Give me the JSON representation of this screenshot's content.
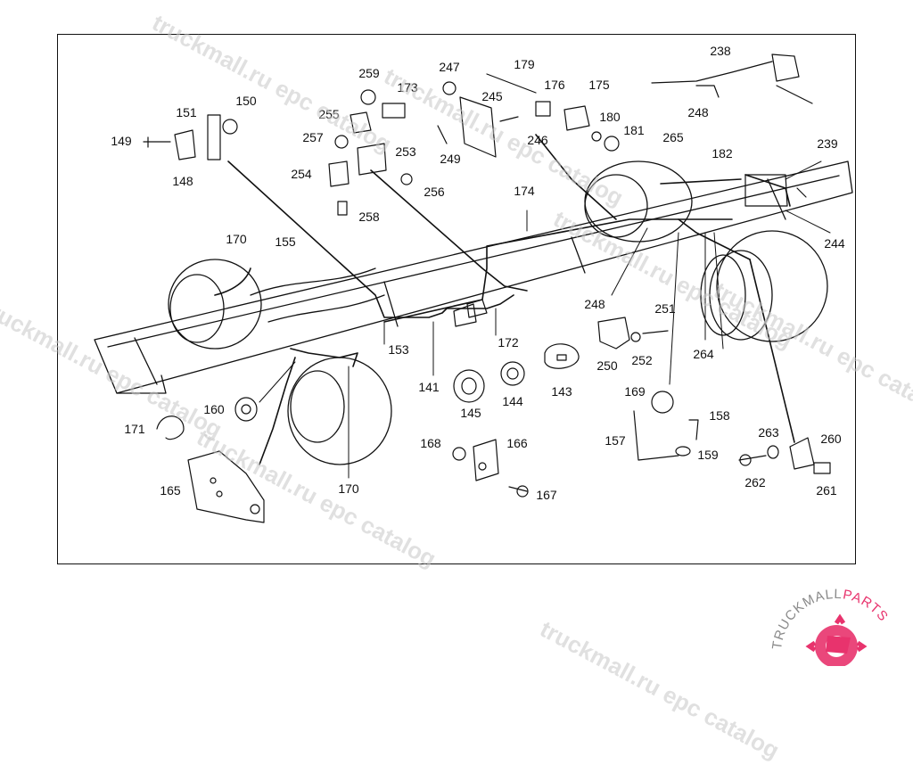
{
  "diagram": {
    "labels": [
      {
        "id": "l150",
        "text": "150"
      },
      {
        "id": "l151",
        "text": "151"
      },
      {
        "id": "l149",
        "text": "149"
      },
      {
        "id": "l148",
        "text": "148"
      },
      {
        "id": "l259",
        "text": "259"
      },
      {
        "id": "l173",
        "text": "173"
      },
      {
        "id": "l255",
        "text": "255"
      },
      {
        "id": "l257",
        "text": "257"
      },
      {
        "id": "l253",
        "text": "253"
      },
      {
        "id": "l254",
        "text": "254"
      },
      {
        "id": "l256",
        "text": "256"
      },
      {
        "id": "l258",
        "text": "258"
      },
      {
        "id": "l247",
        "text": "247"
      },
      {
        "id": "l179",
        "text": "179"
      },
      {
        "id": "l245",
        "text": "245"
      },
      {
        "id": "l176",
        "text": "176"
      },
      {
        "id": "l175",
        "text": "175"
      },
      {
        "id": "l180",
        "text": "180"
      },
      {
        "id": "l181",
        "text": "181"
      },
      {
        "id": "l246",
        "text": "246"
      },
      {
        "id": "l249",
        "text": "249"
      },
      {
        "id": "l238",
        "text": "238"
      },
      {
        "id": "l248a",
        "text": "248"
      },
      {
        "id": "l265",
        "text": "265"
      },
      {
        "id": "l182",
        "text": "182"
      },
      {
        "id": "l239",
        "text": "239"
      },
      {
        "id": "l174",
        "text": "174"
      },
      {
        "id": "l244",
        "text": "244"
      },
      {
        "id": "l170a",
        "text": "170"
      },
      {
        "id": "l155",
        "text": "155"
      },
      {
        "id": "l248b",
        "text": "248"
      },
      {
        "id": "l251",
        "text": "251"
      },
      {
        "id": "l153",
        "text": "153"
      },
      {
        "id": "l172",
        "text": "172"
      },
      {
        "id": "l250",
        "text": "250"
      },
      {
        "id": "l252",
        "text": "252"
      },
      {
        "id": "l264",
        "text": "264"
      },
      {
        "id": "l141",
        "text": "141"
      },
      {
        "id": "l143",
        "text": "143"
      },
      {
        "id": "l144",
        "text": "144"
      },
      {
        "id": "l145",
        "text": "145"
      },
      {
        "id": "l160",
        "text": "160"
      },
      {
        "id": "l171",
        "text": "171"
      },
      {
        "id": "l169",
        "text": "169"
      },
      {
        "id": "l158",
        "text": "158"
      },
      {
        "id": "l157",
        "text": "157"
      },
      {
        "id": "l159",
        "text": "159"
      },
      {
        "id": "l263",
        "text": "263"
      },
      {
        "id": "l260",
        "text": "260"
      },
      {
        "id": "l262",
        "text": "262"
      },
      {
        "id": "l261",
        "text": "261"
      },
      {
        "id": "l168",
        "text": "168"
      },
      {
        "id": "l166",
        "text": "166"
      },
      {
        "id": "l167",
        "text": "167"
      },
      {
        "id": "l165",
        "text": "165"
      },
      {
        "id": "l170b",
        "text": "170"
      }
    ]
  },
  "watermarks": [
    "truckmall.ru epc catalog",
    "truckmall.ru epc catalog",
    "truckmall.ru epc catalog",
    "truckmall.ru epc catalog",
    "truckmall.ru epc catalog",
    "truckmall.ru epc catalog",
    "truckmall.ru epc catalog"
  ],
  "brand": {
    "part1": "TRUCKMALL",
    "part2": "PARTS"
  },
  "colors": {
    "line": "#111111",
    "watermark": "#c8c8c8",
    "brand_gray": "#8a8a8a",
    "brand_pink": "#e8336d"
  }
}
